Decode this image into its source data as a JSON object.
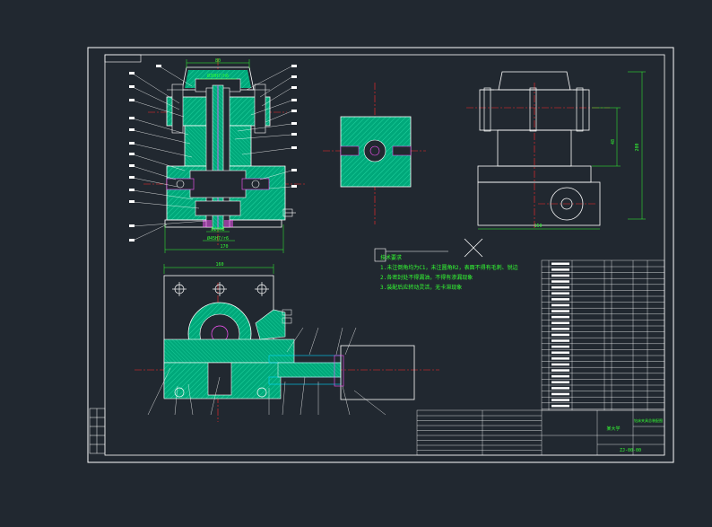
{
  "colors": {
    "background": "#212830",
    "frame": "#ffffff",
    "hatch": "#00a87a",
    "hatch_light": "#22d3a0",
    "dimension": "#33ff33",
    "centerline": "#ff2a2a",
    "accent": "#ff55ff",
    "cyan": "#00d8ff"
  },
  "dimensions": {
    "top_width": "80",
    "top_bore": "Ø30H7/h6",
    "bottom_bore": "Ø20H8",
    "bottom_base": "Ø45H7/r6",
    "overall_width": "170",
    "height_small": "48",
    "height_large": "200",
    "side_width": "150",
    "bottom_width": "160"
  },
  "notes": {
    "heading": "技术要求",
    "line1": "1.未注倒角均为C1，未注圆角R2，表面不得有毛刺、锐边",
    "line2": "2.各密封处不得漏油，不得有渗漏现象",
    "line3": "3.装配后应转动灵活，无卡滞现象"
  },
  "title_block": {
    "company": "某大学",
    "drawing_name": "钻床夹具总装配图",
    "drawing_no": "ZJ-00-00"
  }
}
